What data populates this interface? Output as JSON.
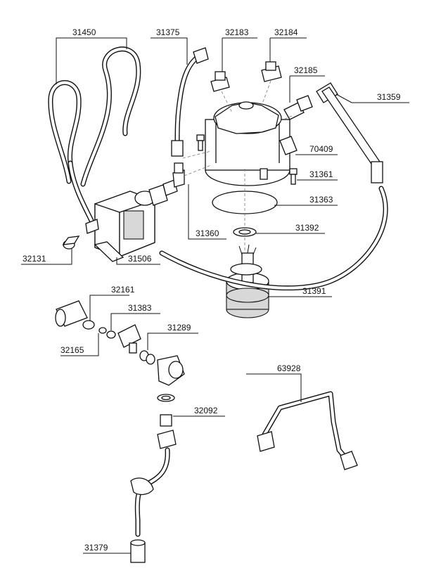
{
  "diagram": {
    "labels": {
      "p31450": "31450",
      "p31375": "31375",
      "p32183": "32183",
      "p32184": "32184",
      "p32185": "32185",
      "p31359": "31359",
      "p70409": "70409",
      "p31361": "31361",
      "p31363": "31363",
      "p31360": "31360",
      "p31392": "31392",
      "p32131": "32131",
      "p31506": "31506",
      "p31391": "31391",
      "p32161": "32161",
      "p31383": "31383",
      "p31289": "31289",
      "p32165": "32165",
      "p63928": "63928",
      "p32092": "32092",
      "p31379": "31379"
    }
  }
}
